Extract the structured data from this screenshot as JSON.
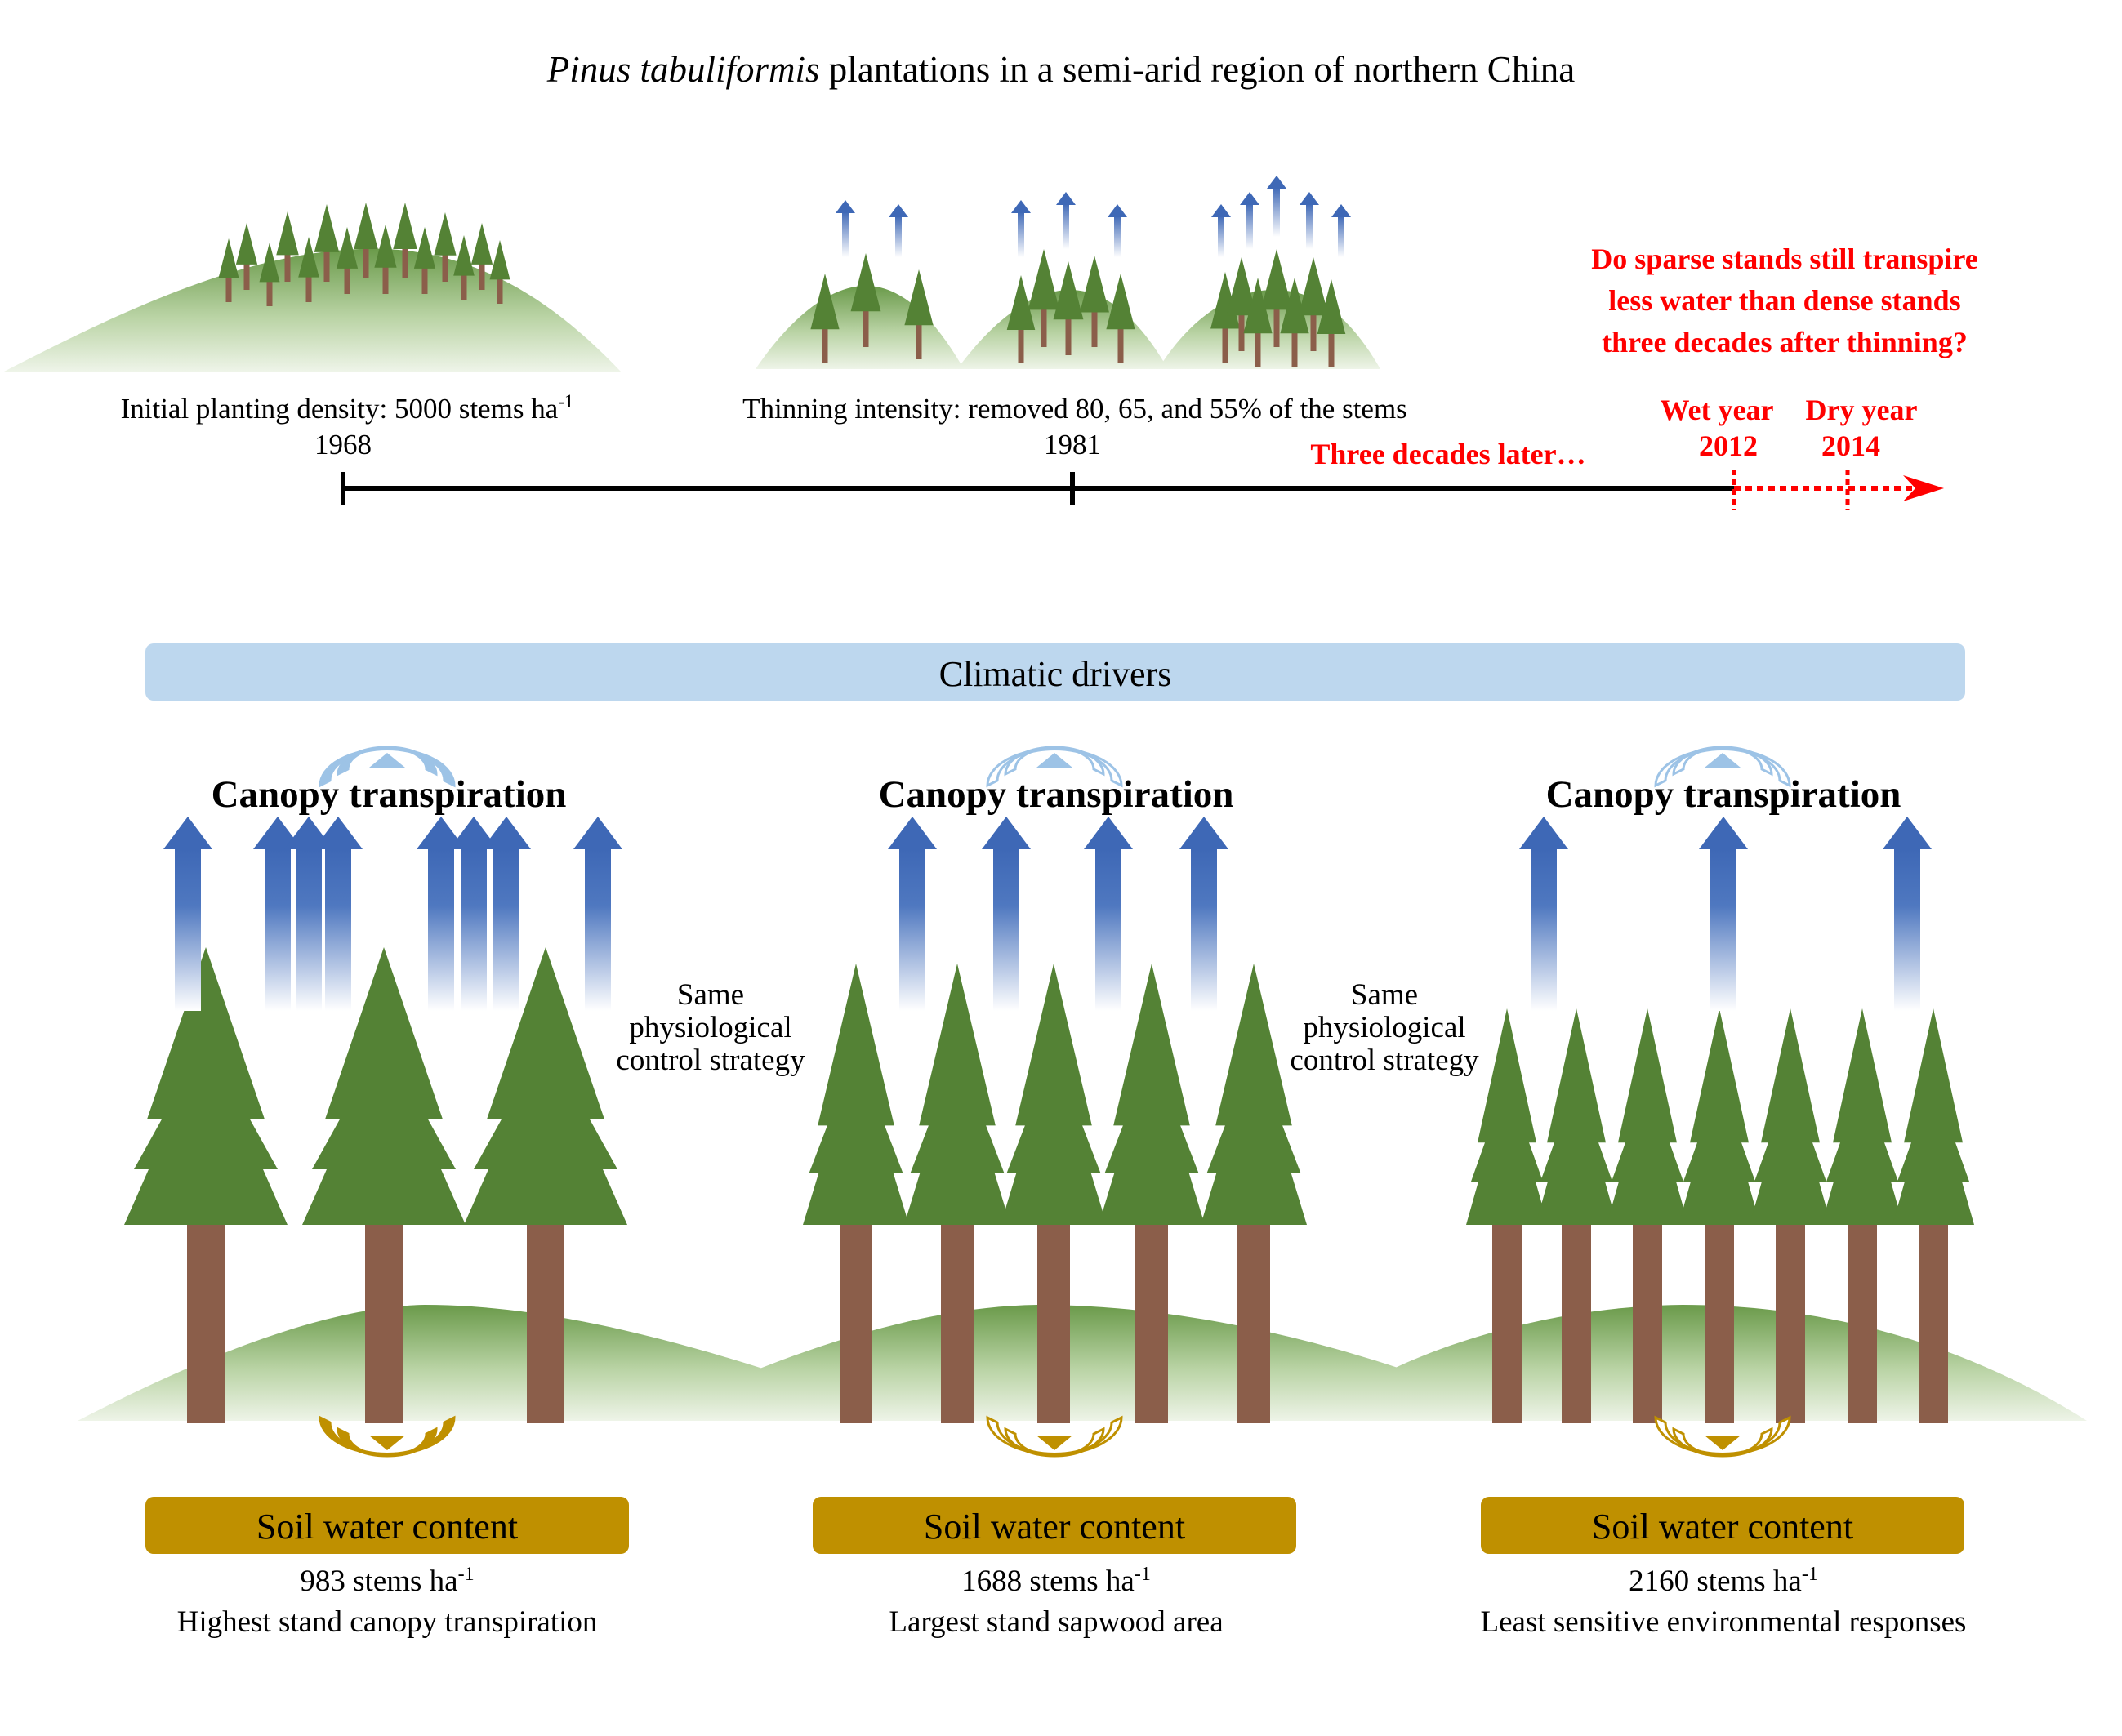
{
  "title": {
    "species": "Pinus tabuliformis",
    "rest": " plantations in a semi-arid region of northern China"
  },
  "timeline": {
    "planting_label": "Initial planting density: 5000 stems ha",
    "planting_sup": "-1",
    "planting_year": "1968",
    "thinning_label": "Thinning intensity: removed 80, 65, and 55% of the stems",
    "thinning_year": "1981",
    "later": "Three decades later…",
    "wet_label": "Wet year",
    "wet_year": "2012",
    "dry_label": "Dry year",
    "dry_year": "2014"
  },
  "question": [
    "Do sparse stands still transpire",
    "less water than dense stands",
    "three decades after thinning?"
  ],
  "climatic_drivers": "Climatic drivers",
  "between_text": [
    "Same",
    "physiological",
    "control strategy"
  ],
  "stands": [
    {
      "canopy": "Canopy transpiration",
      "soil": "Soil water content",
      "density": "983 stems ha",
      "sup": "-1",
      "finding": "Highest stand canopy transpiration"
    },
    {
      "canopy": "Canopy transpiration",
      "soil": "Soil water content",
      "density": "1688 stems ha",
      "sup": "-1",
      "finding": "Largest stand sapwood area"
    },
    {
      "canopy": "Canopy transpiration",
      "soil": "Soil water content",
      "density": "2160 stems ha",
      "sup": "-1",
      "finding": "Least sensitive environmental responses"
    }
  ],
  "colors": {
    "tree_crown": "#548235",
    "trunk": "#8b5e4a",
    "arrow_blue": "#3e68b6",
    "climate_bar": "#bdd7ee",
    "soil_bar": "#bf9000",
    "highlight": "#ff0000"
  }
}
